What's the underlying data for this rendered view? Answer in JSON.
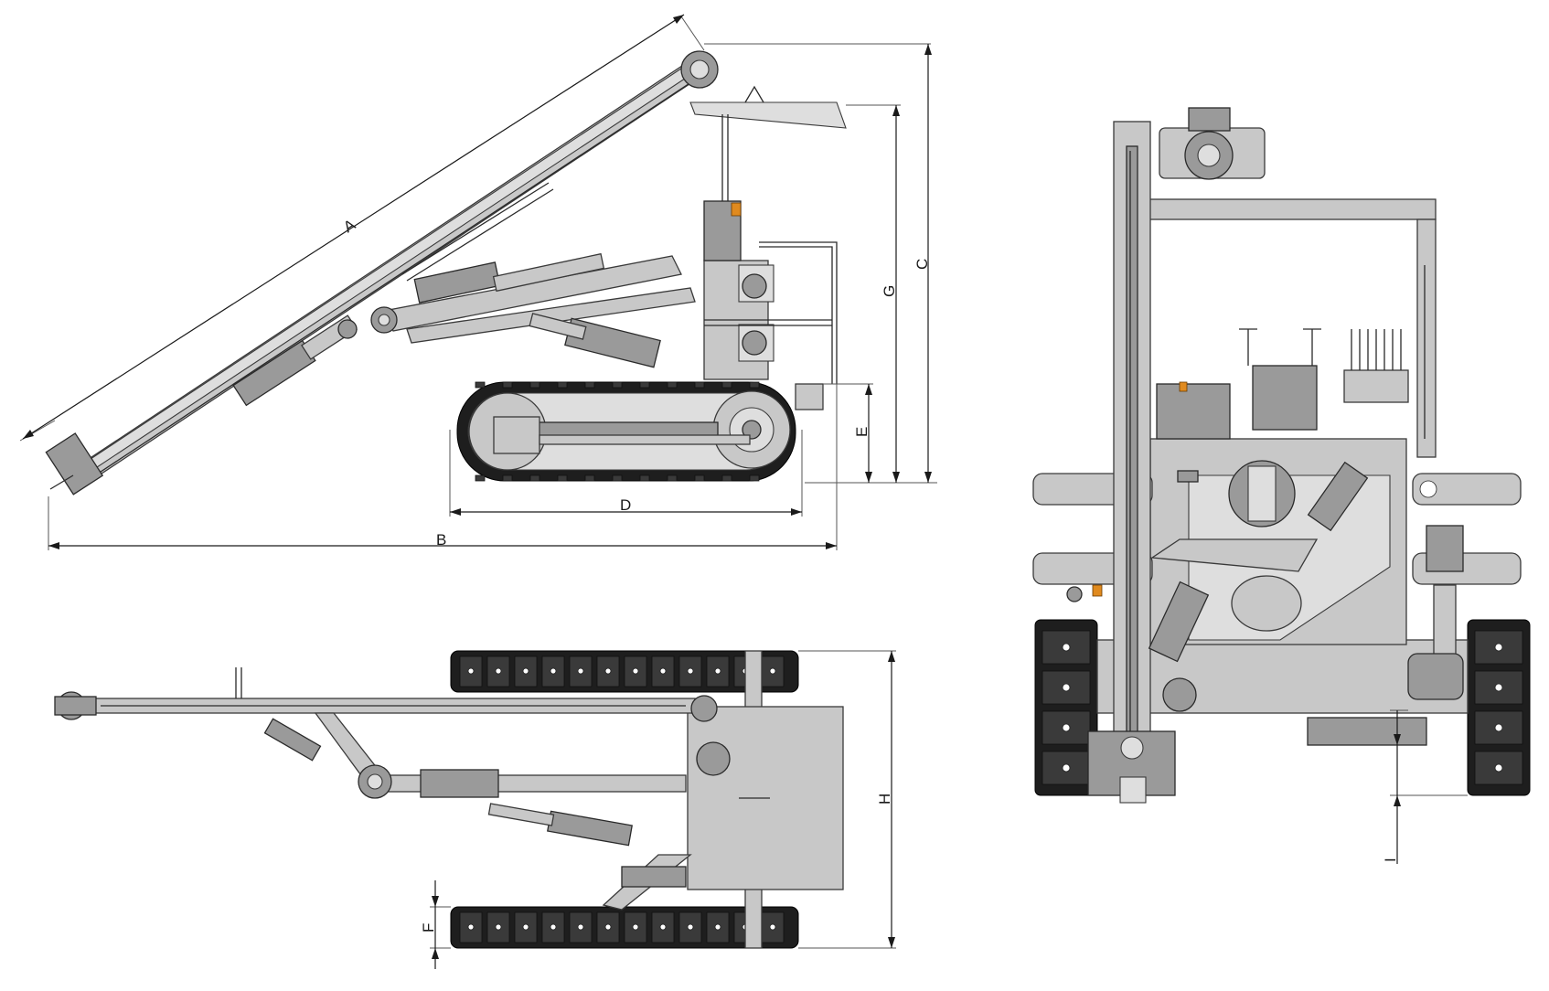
{
  "dimension_labels": {
    "a": "A",
    "b": "B",
    "c": "C",
    "d": "D",
    "e": "E",
    "f": "F",
    "g": "G",
    "h": "H",
    "i": "I"
  }
}
